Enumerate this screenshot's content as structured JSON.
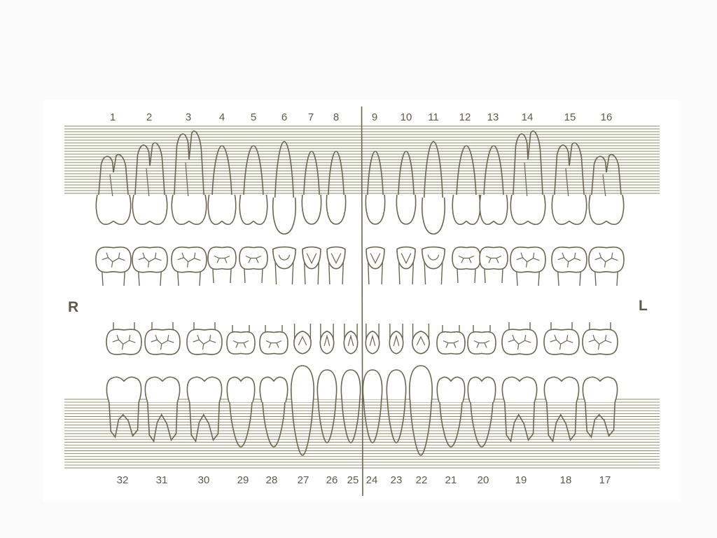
{
  "chart": {
    "side_right": "R",
    "side_left": "L",
    "colors": {
      "ink": "#6b6650",
      "rule_line": "#8a8868",
      "paper": "#ffffff",
      "background": "#fbfbfb"
    },
    "upper_teeth": [
      {
        "number": "1",
        "kind": "molar"
      },
      {
        "number": "2",
        "kind": "molar"
      },
      {
        "number": "3",
        "kind": "molar"
      },
      {
        "number": "4",
        "kind": "premolar"
      },
      {
        "number": "5",
        "kind": "premolar"
      },
      {
        "number": "6",
        "kind": "canine"
      },
      {
        "number": "7",
        "kind": "incisor"
      },
      {
        "number": "8",
        "kind": "incisor"
      },
      {
        "number": "9",
        "kind": "incisor"
      },
      {
        "number": "10",
        "kind": "incisor"
      },
      {
        "number": "11",
        "kind": "canine"
      },
      {
        "number": "12",
        "kind": "premolar"
      },
      {
        "number": "13",
        "kind": "premolar"
      },
      {
        "number": "14",
        "kind": "molar"
      },
      {
        "number": "15",
        "kind": "molar"
      },
      {
        "number": "16",
        "kind": "molar"
      }
    ],
    "lower_teeth": [
      {
        "number": "32",
        "kind": "molar"
      },
      {
        "number": "31",
        "kind": "molar"
      },
      {
        "number": "30",
        "kind": "molar"
      },
      {
        "number": "29",
        "kind": "premolar"
      },
      {
        "number": "28",
        "kind": "premolar"
      },
      {
        "number": "27",
        "kind": "canine"
      },
      {
        "number": "26",
        "kind": "incisor"
      },
      {
        "number": "25",
        "kind": "incisor"
      },
      {
        "number": "24",
        "kind": "incisor"
      },
      {
        "number": "23",
        "kind": "incisor"
      },
      {
        "number": "22",
        "kind": "canine"
      },
      {
        "number": "21",
        "kind": "premolar"
      },
      {
        "number": "20",
        "kind": "premolar"
      },
      {
        "number": "19",
        "kind": "molar"
      },
      {
        "number": "18",
        "kind": "molar"
      },
      {
        "number": "17",
        "kind": "molar"
      }
    ]
  }
}
